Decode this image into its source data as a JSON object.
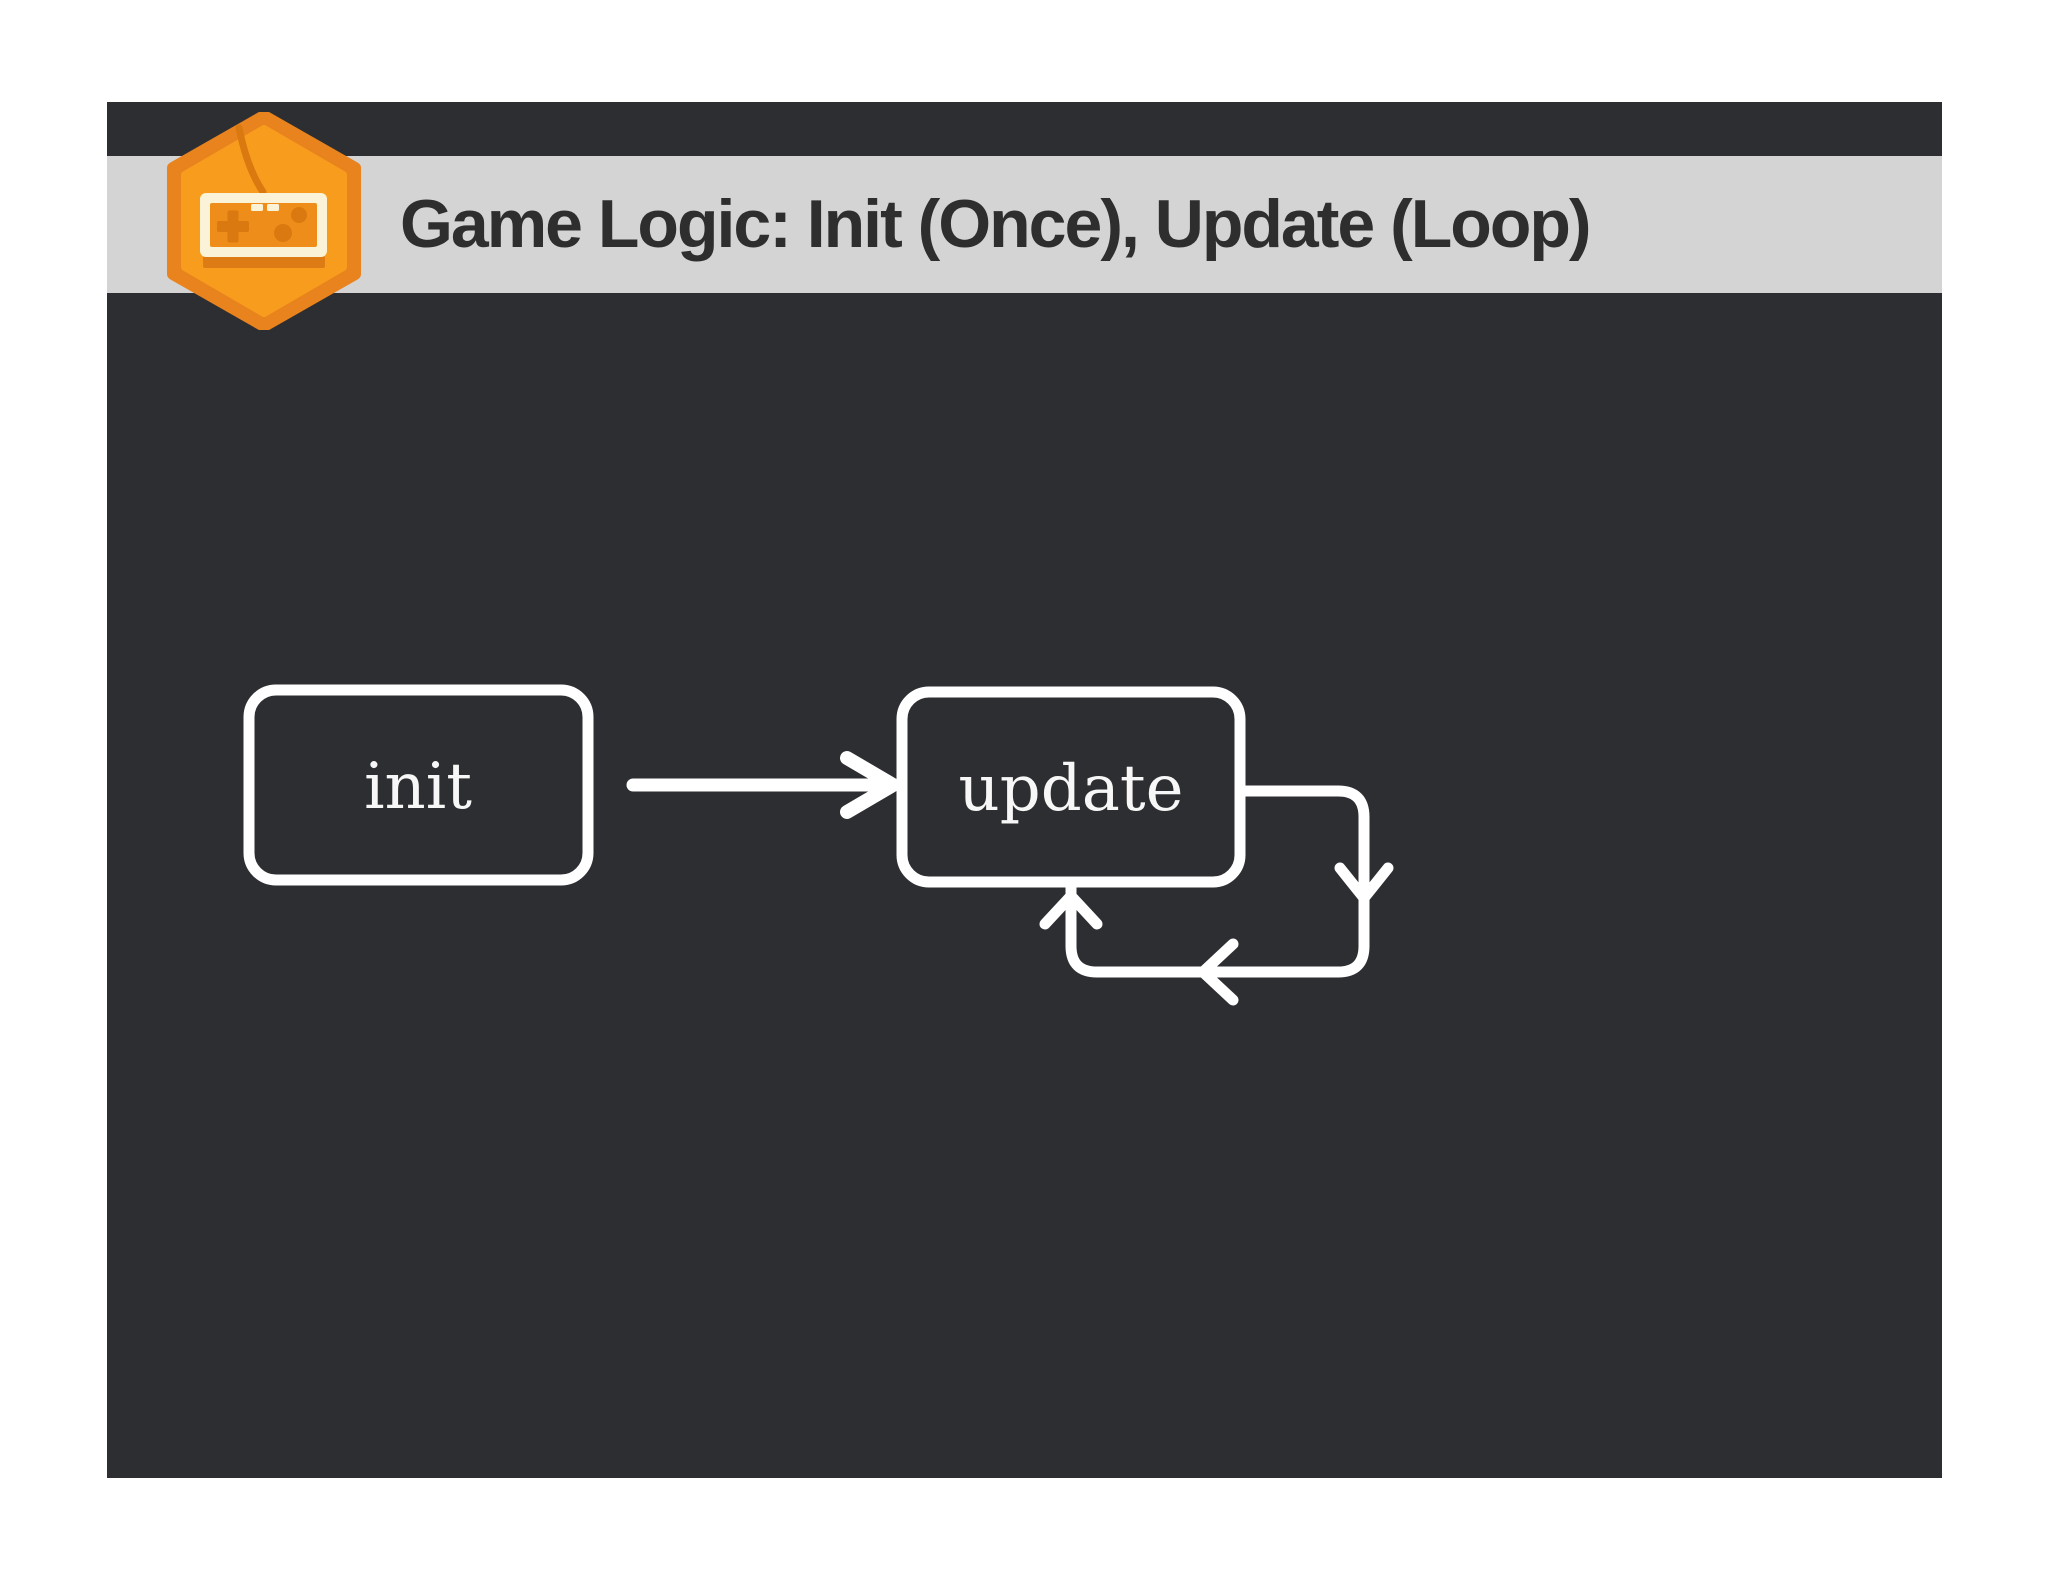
{
  "slide": {
    "title": "Game Logic: Init (Once), Update (Loop)",
    "title_color": "#2e2e2e",
    "header_bg": "#d4d4d4",
    "slide_bg": "#2d2e31",
    "badge": {
      "icon": "game-controller-hexagon",
      "hex_border": "#e8831d",
      "hex_fill": "#f89c1e",
      "controller_body": "#fbf3d8",
      "controller_screen": "#ef8d1a",
      "controller_accent": "#d9790f"
    }
  },
  "diagram": {
    "stroke": "#ffffff",
    "nodes": [
      {
        "id": "init",
        "label": "init"
      },
      {
        "id": "update",
        "label": "update"
      }
    ],
    "edges": [
      {
        "from": "init",
        "to": "update",
        "type": "straight-arrow"
      },
      {
        "from": "update",
        "to": "update",
        "type": "self-loop"
      }
    ]
  }
}
